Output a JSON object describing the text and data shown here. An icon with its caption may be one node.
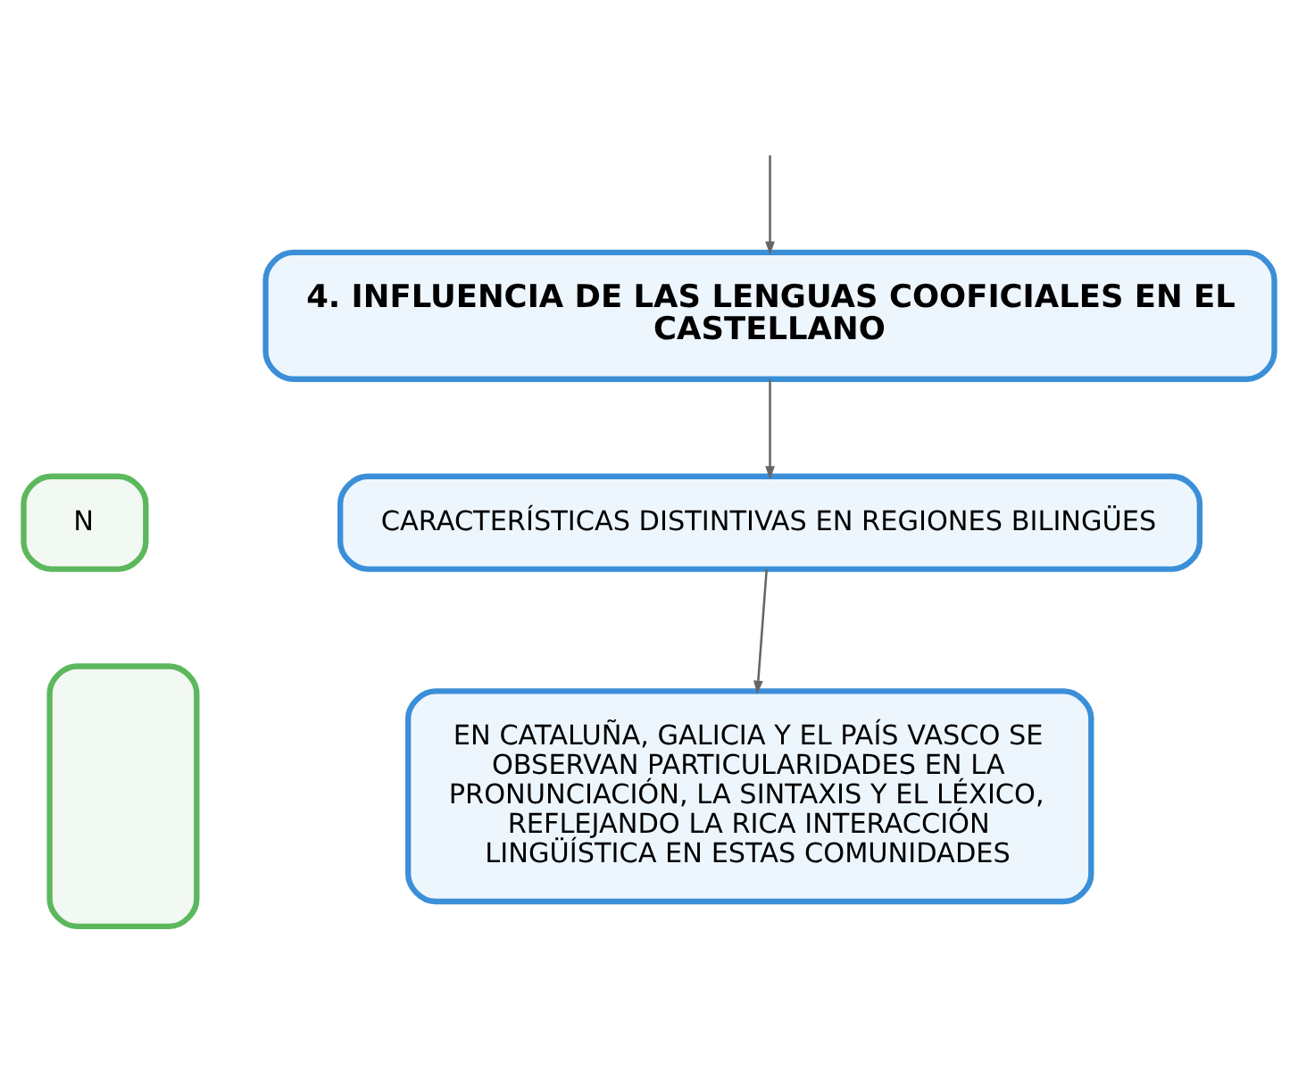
{
  "diagram": {
    "nodes": [
      {
        "text": [
          "4. INFLUENCIA DE LAS LENGUAS COOFICIALES EN EL CASTELLANO"
        ]
      },
      {
        "text": [
          "CARACTERÍSTICAS DISTINTIVAS EN REGIONES BILINGÜES"
        ]
      },
      {
        "text": [
          "EN CATALUÑA, GALICIA Y EL PAÍS VASCO SE OBSERVAN PARTICULARIDADES EN LA PRONUNCIACIÓN, LA SINTAXIS Y EL LÉXICO, REFLEJANDO LA RICA INTERACCIÓN LINGÜÍSTICA EN ESTAS COMUNIDADES"
        ]
      },
      {
        "text": [
          "N"
        ]
      },
      {
        "text": [],
        "shape": "box"
      }
    ],
    "edges": [
      {
        "from": null,
        "to": 0,
        "arrow": "to"
      },
      {
        "from": 0,
        "to": 1,
        "arrow": "to"
      },
      {
        "from": 1,
        "to": 2,
        "arrow": "to"
      }
    ]
  }
}
